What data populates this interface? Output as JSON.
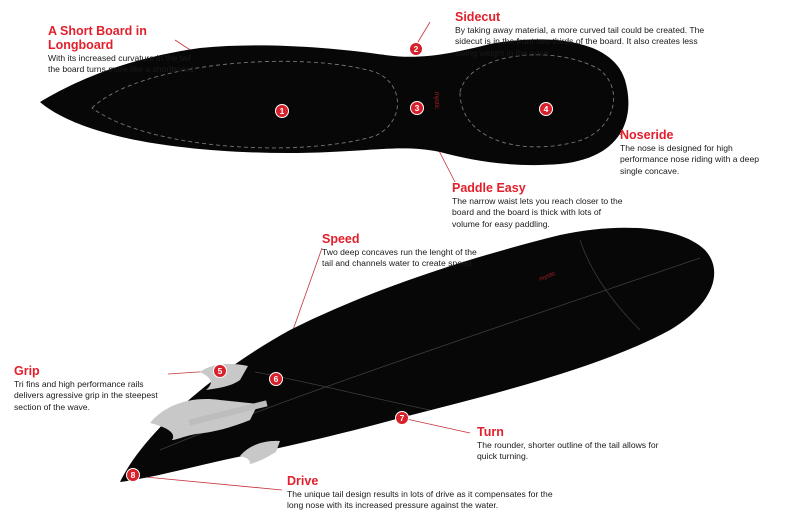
{
  "colors": {
    "accent": "#d8202a",
    "board": "#070707",
    "fin": "#c8c8c8",
    "leader_line": "#c7333b"
  },
  "brand_mark": "mystic",
  "callouts": [
    {
      "number": "1",
      "title": "A Short Board in Longboard",
      "description": "With its increased curvature in the tail the board turns more like a shortboard."
    },
    {
      "number": "2",
      "title": "Sidecut",
      "description": "By taking away material, a more curved tail could be created. The sidecut is in the front two-thirds of the board. It also creates less swing weight in the nose."
    },
    {
      "number": "3",
      "title": "Paddle Easy",
      "description": "The narrow waist lets you reach closer to the board and the board is thick with lots of volume for easy paddling."
    },
    {
      "number": "4",
      "title": "Noseride",
      "description": "The nose is designed for high performance nose riding with a deep single concave."
    },
    {
      "number": "5",
      "title": "Grip",
      "description": "Tri fins and high performance rails delivers agressive grip in the steepest section of the wave."
    },
    {
      "number": "6",
      "title": "Speed",
      "description": "Two deep concaves run the lenght of the tail and channels water to create speed."
    },
    {
      "number": "7",
      "title": "Turn",
      "description": "The rounder, shorter outline of the tail allows for quick turning."
    },
    {
      "number": "8",
      "title": "Drive",
      "description": "The unique tail design results in lots of drive as it compensates for the long nose with its increased pressure against the water."
    }
  ]
}
